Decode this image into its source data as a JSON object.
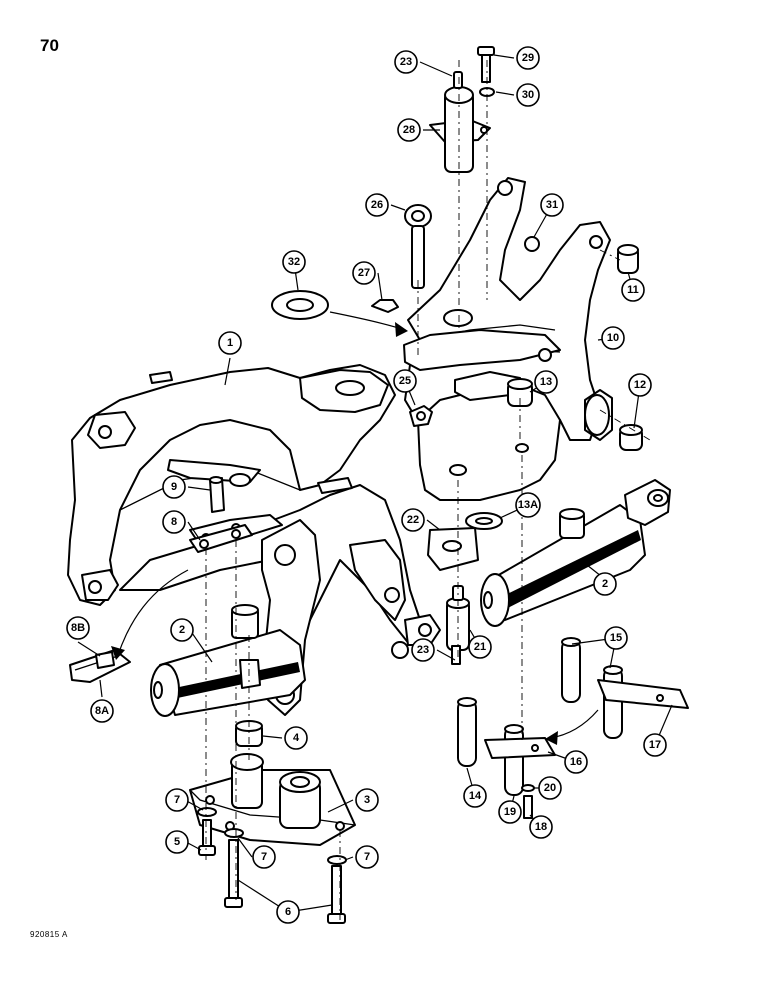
{
  "page": {
    "number": "70",
    "figure_code": "920815 A"
  },
  "callouts": [
    {
      "label": "1"
    },
    {
      "label": "2"
    },
    {
      "label": "2"
    },
    {
      "label": "3"
    },
    {
      "label": "4"
    },
    {
      "label": "5"
    },
    {
      "label": "6"
    },
    {
      "label": "7"
    },
    {
      "label": "7"
    },
    {
      "label": "7"
    },
    {
      "label": "8"
    },
    {
      "label": "8A"
    },
    {
      "label": "8B"
    },
    {
      "label": "9"
    },
    {
      "label": "10"
    },
    {
      "label": "11"
    },
    {
      "label": "12"
    },
    {
      "label": "13"
    },
    {
      "label": "13A"
    },
    {
      "label": "14"
    },
    {
      "label": "15"
    },
    {
      "label": "16"
    },
    {
      "label": "17"
    },
    {
      "label": "18"
    },
    {
      "label": "19"
    },
    {
      "label": "20"
    },
    {
      "label": "21"
    },
    {
      "label": "22"
    },
    {
      "label": "23"
    },
    {
      "label": "23"
    },
    {
      "label": "25"
    },
    {
      "label": "26"
    },
    {
      "label": "27"
    },
    {
      "label": "28"
    },
    {
      "label": "29"
    },
    {
      "label": "30"
    },
    {
      "label": "31"
    },
    {
      "label": "32"
    }
  ]
}
